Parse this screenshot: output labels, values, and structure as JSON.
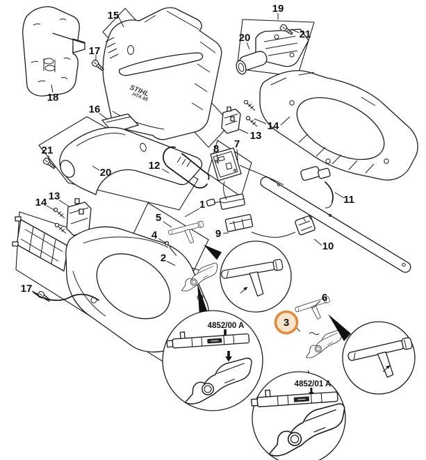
{
  "diagram": {
    "type": "exploded-parts-diagram",
    "brand": "STIHL",
    "model": "HTA 85",
    "part_logo": {
      "line1": "STIHL",
      "line2": "HTA 85"
    },
    "highlight": {
      "part": "3",
      "ring_color": "#DF8A3E",
      "fill_color": "#F8E4CA"
    },
    "line_color": "#1A1A1A"
  },
  "callouts": {
    "c1": "1",
    "c2": "2",
    "c3": "3",
    "c4": "4",
    "c5": "5",
    "c6": "6",
    "c7": "7",
    "c8": "8",
    "c9": "9",
    "c10": "10",
    "c11": "11",
    "c12": "12",
    "c13a": "13",
    "c13b": "13",
    "c14a": "14",
    "c14b": "14",
    "c15": "15",
    "c16": "16",
    "c17a": "17",
    "c17b": "17",
    "c18": "18",
    "c19": "19",
    "c20a": "20",
    "c20b": "20",
    "c21a": "21",
    "c21b": "21"
  },
  "detail_views": {
    "variant_a": "4852/00 A",
    "variant_b": "4852/01 A"
  }
}
